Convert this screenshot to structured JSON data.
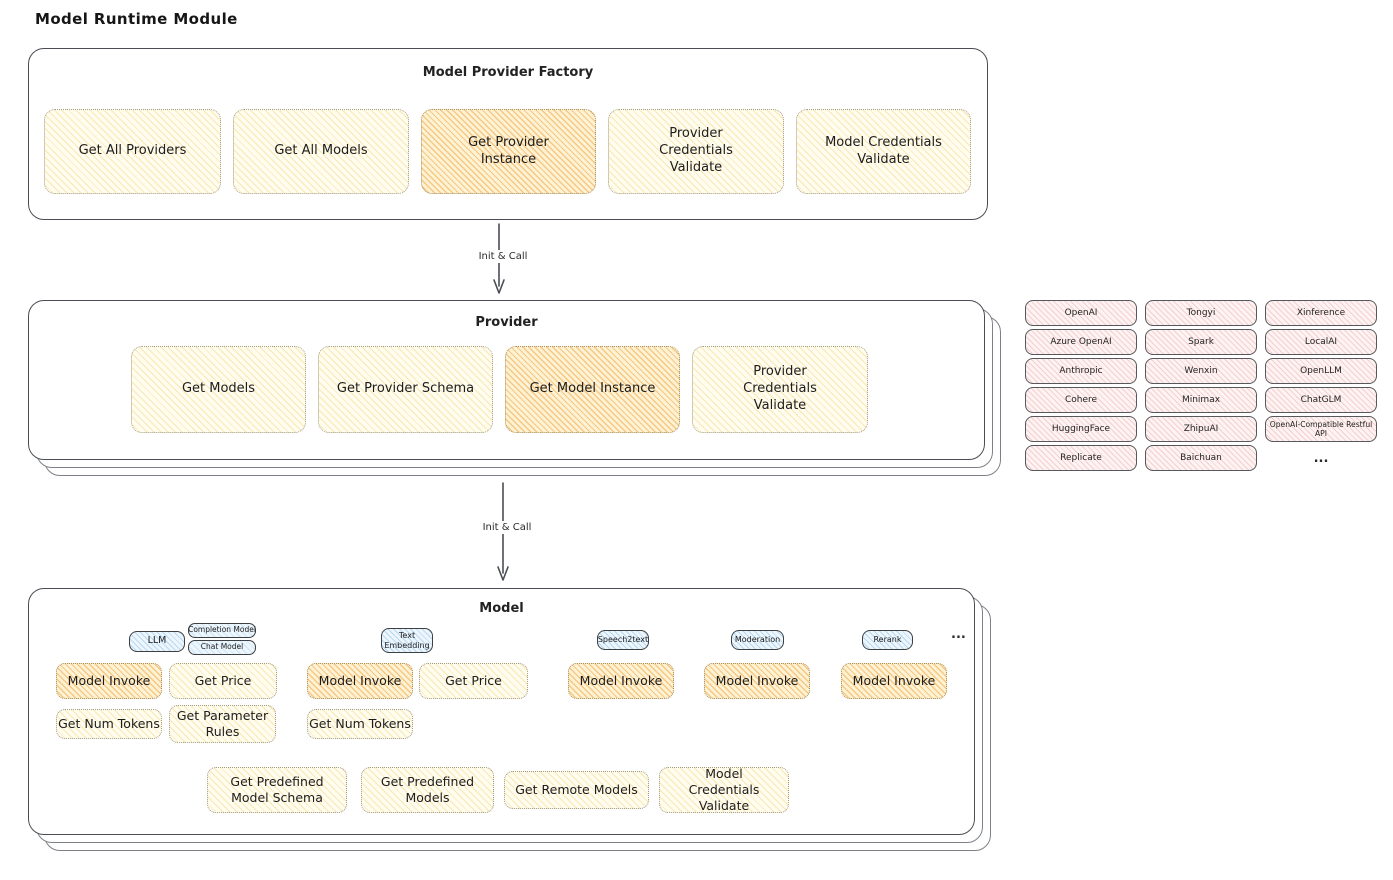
{
  "page": {
    "title": "Model Runtime Module"
  },
  "factory": {
    "title": "Model Provider Factory",
    "boxes": [
      {
        "label": "Get All Providers"
      },
      {
        "label": "Get All Models"
      },
      {
        "label": "Get Provider Instance"
      },
      {
        "label": "Provider Credentials Validate"
      },
      {
        "label": "Model Credentials Validate"
      }
    ]
  },
  "arrows": {
    "first": "Init & Call",
    "second": "Init & Call"
  },
  "provider": {
    "title": "Provider",
    "boxes": [
      {
        "label": "Get Models"
      },
      {
        "label": "Get Provider Schema"
      },
      {
        "label": "Get Model Instance"
      },
      {
        "label": "Provider Credentials Validate"
      }
    ]
  },
  "providers_grid": {
    "items": [
      "OpenAI",
      "Tongyi",
      "Xinference",
      "Azure OpenAI",
      "Spark",
      "LocalAI",
      "Anthropic",
      "Wenxin",
      "OpenLLM",
      "Cohere",
      "Minimax",
      "ChatGLM",
      "HuggingFace",
      "ZhipuAI",
      "OpenAI-Compatible Restful API",
      "Replicate",
      "Baichuan"
    ],
    "more": "..."
  },
  "model": {
    "title": "Model",
    "tabs": {
      "llm": "LLM",
      "completion_model": "Completion Model",
      "chat_model": "Chat Model",
      "text_embedding": "Text Embedding",
      "speech2text": "Speech2text",
      "moderation": "Moderation",
      "rerank": "Rerank",
      "more": "..."
    },
    "llm": {
      "model_invoke": "Model Invoke",
      "get_price": "Get Price",
      "get_num_tokens": "Get Num Tokens",
      "get_parameter_rules": "Get Parameter Rules"
    },
    "text_embedding": {
      "model_invoke": "Model Invoke",
      "get_price": "Get Price",
      "get_num_tokens": "Get Num Tokens"
    },
    "speech2text": {
      "model_invoke": "Model Invoke"
    },
    "moderation": {
      "model_invoke": "Model Invoke"
    },
    "rerank": {
      "model_invoke": "Model Invoke"
    },
    "shared": [
      "Get Predefined Model Schema",
      "Get Predefined Models",
      "Get Remote Models",
      "Model Credentials Validate"
    ]
  },
  "colors": {
    "highlight_orange": "#f2a641",
    "light_yellow": "#f4d06f",
    "provider_pink": "#e99696",
    "tab_blue": "#78b4e4",
    "ink": "#1f1f1f",
    "border_gray": "#4a4e54"
  }
}
